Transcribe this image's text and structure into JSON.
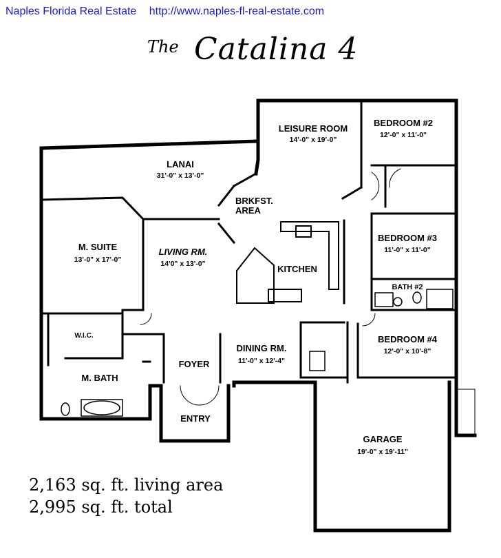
{
  "header": {
    "site_name": "Naples Florida Real Estate",
    "url": "http://www.naples-fl-real-estate.com"
  },
  "title": {
    "prefix": "The",
    "name": "Catalina 4"
  },
  "rooms": {
    "leisure": {
      "name": "LEISURE ROOM",
      "dims": "14'-0\" x 19'-0\""
    },
    "bedroom2": {
      "name": "BEDROOM #2",
      "dims": "12'-0\" x 11'-0\""
    },
    "lanai": {
      "name": "LANAI",
      "dims": "31'-0\" x 13'-0\""
    },
    "brkfst": {
      "name_line1": "BRKFST.",
      "name_line2": "AREA"
    },
    "bedroom3": {
      "name": "BEDROOM #3",
      "dims": "11'-0\" x 11'-0\""
    },
    "msuite": {
      "name": "M. SUITE",
      "dims": "13'-0\" x 17'-0\""
    },
    "living": {
      "name": "LIVING RM.",
      "dims": "14'0\" x 13'-0\""
    },
    "kitchen": {
      "name": "KITCHEN"
    },
    "bath2": {
      "name": "BATH #2"
    },
    "wic": {
      "name": "W.I.C."
    },
    "bedroom4": {
      "name": "BEDROOM #4",
      "dims": "12'-0\" x 10'-8\""
    },
    "dining": {
      "name": "DINING RM.",
      "dims": "11'-0\" x 12'-4\""
    },
    "foyer": {
      "name": "FOYER"
    },
    "mbath": {
      "name": "M. BATH"
    },
    "entry": {
      "name": "ENTRY"
    },
    "garage": {
      "name": "GARAGE",
      "dims": "19'-0\" x 19'-11\""
    }
  },
  "area": {
    "living": "2,163 sq. ft. living area",
    "total": "2,995 sq. ft. total"
  }
}
